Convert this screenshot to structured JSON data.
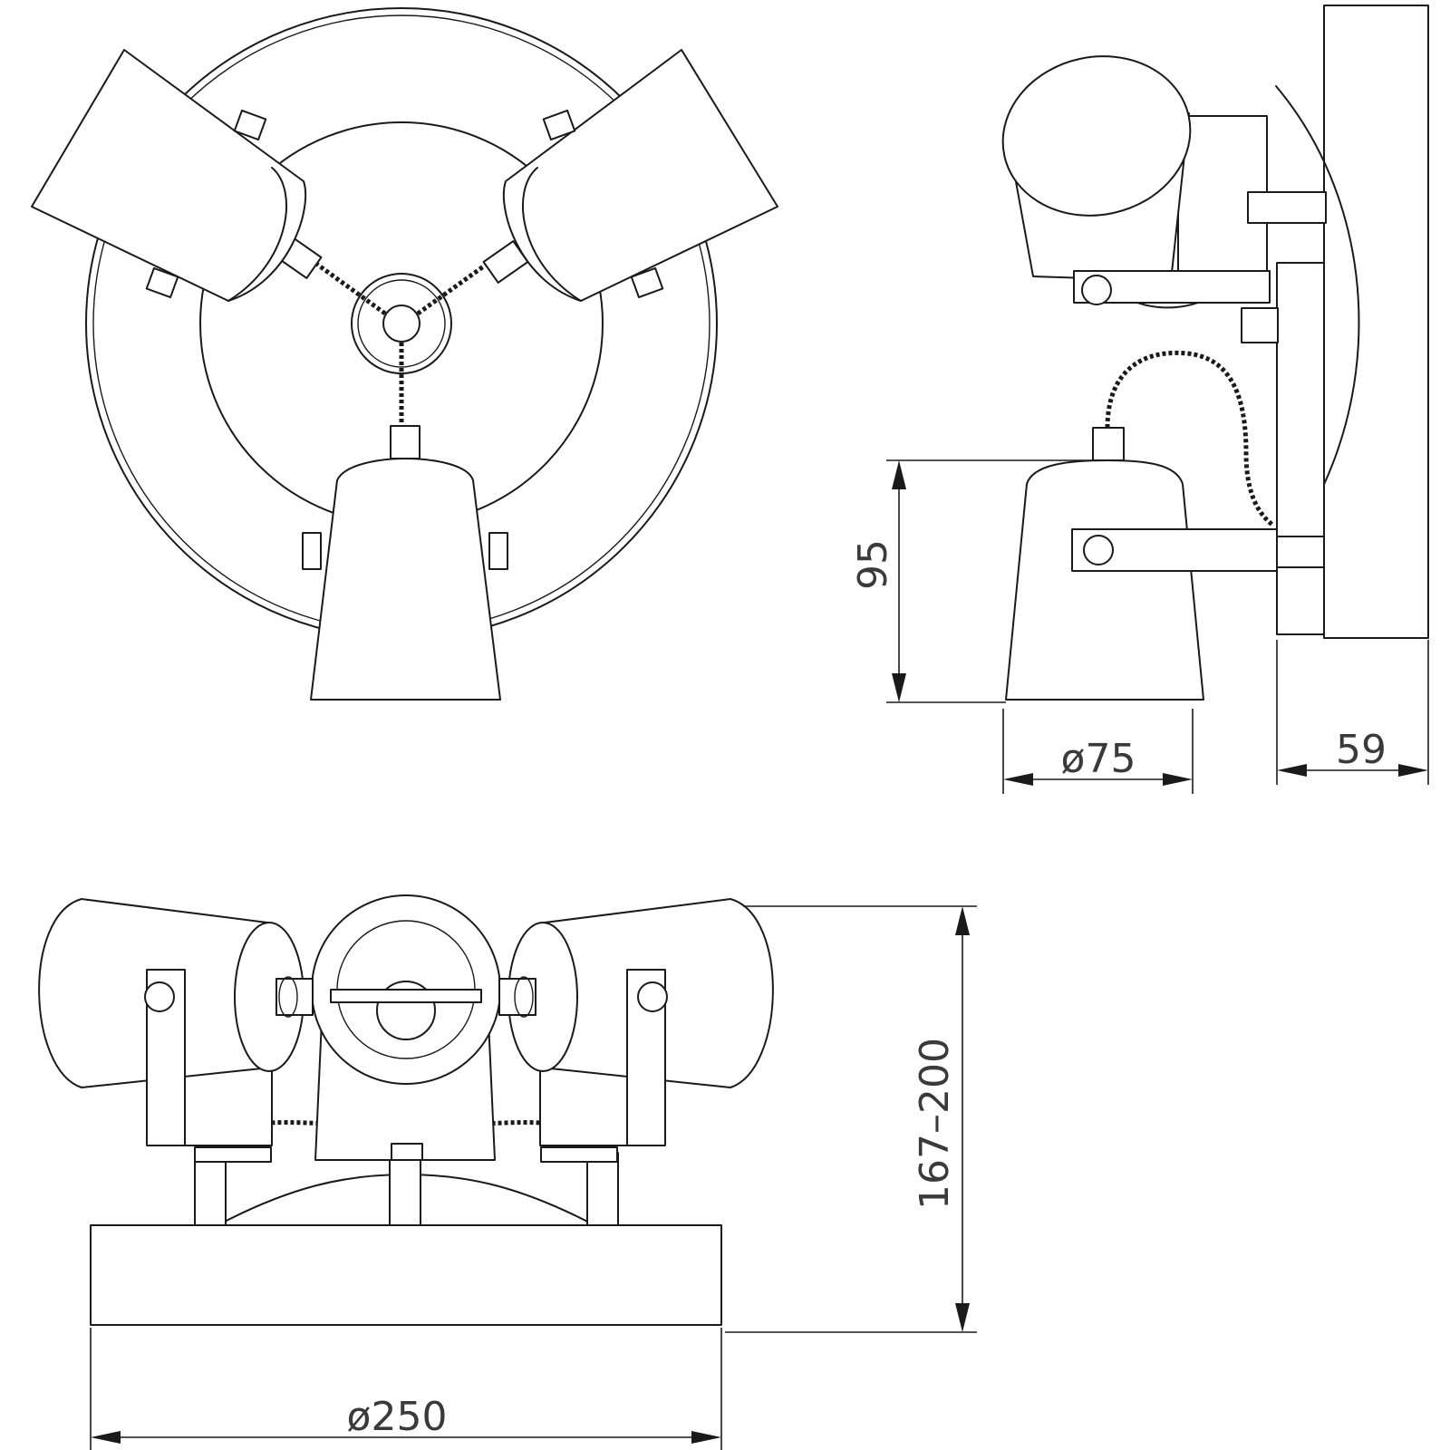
{
  "dimensions": {
    "height_front": "95",
    "diameter_shade": "ø75",
    "depth": "59",
    "height_adjustable": "167–200",
    "diameter_base": "ø250"
  }
}
